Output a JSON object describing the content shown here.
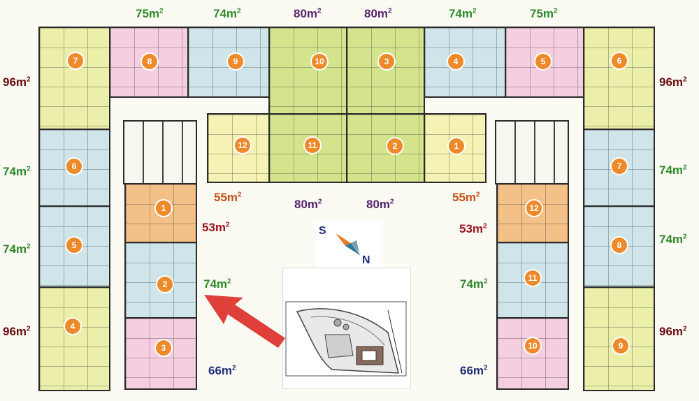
{
  "units": [
    {
      "id": "7",
      "side": "left"
    },
    {
      "id": "8",
      "side": "left"
    },
    {
      "id": "9",
      "side": "left"
    },
    {
      "id": "10",
      "side": "left"
    },
    {
      "id": "3",
      "side": "right"
    },
    {
      "id": "4",
      "side": "right"
    },
    {
      "id": "5",
      "side": "right"
    },
    {
      "id": "6",
      "side": "right"
    },
    {
      "id": "12",
      "side": "left"
    },
    {
      "id": "11",
      "side": "left"
    },
    {
      "id": "2",
      "side": "right"
    },
    {
      "id": "1",
      "side": "right"
    },
    {
      "id": "6",
      "side": "left"
    },
    {
      "id": "5",
      "side": "left"
    },
    {
      "id": "4",
      "side": "left"
    },
    {
      "id": "1",
      "side": "left"
    },
    {
      "id": "2",
      "side": "left"
    },
    {
      "id": "3",
      "side": "left"
    },
    {
      "id": "7",
      "side": "right"
    },
    {
      "id": "8",
      "side": "right"
    },
    {
      "id": "9",
      "side": "right"
    },
    {
      "id": "12",
      "side": "right"
    },
    {
      "id": "11",
      "side": "right"
    },
    {
      "id": "10",
      "side": "right"
    }
  ],
  "areas": {
    "top_75_left": "75m",
    "top_74_left": "74m",
    "top_80_left": "80m",
    "top_80_right": "80m",
    "top_74_right": "74m",
    "top_75_right": "75m",
    "left_96_top": "96m",
    "right_96_top": "96m",
    "left_74_a": "74m",
    "right_74_a": "74m",
    "left_74_b": "74m",
    "right_74_b": "74m",
    "mid_55_left": "55m",
    "mid_80_left": "80m",
    "mid_80_right": "80m",
    "mid_55_right": "55m",
    "mid_53_left": "53m",
    "mid_53_right": "53m",
    "mid_74_left": "74m",
    "mid_74_right": "74m",
    "left_96_bottom": "96m",
    "right_96_bottom": "96m",
    "bot_66_left": "66m",
    "bot_66_right": "66m",
    "exp": "2"
  },
  "compass": {
    "s": "S",
    "n": "N"
  },
  "colors": {
    "arrow": "#e0403a",
    "green": "#2f8a2a",
    "maroon": "#6a0d12",
    "purple": "#56246e",
    "orange": "#c2531a",
    "navy": "#1f2f7a"
  }
}
